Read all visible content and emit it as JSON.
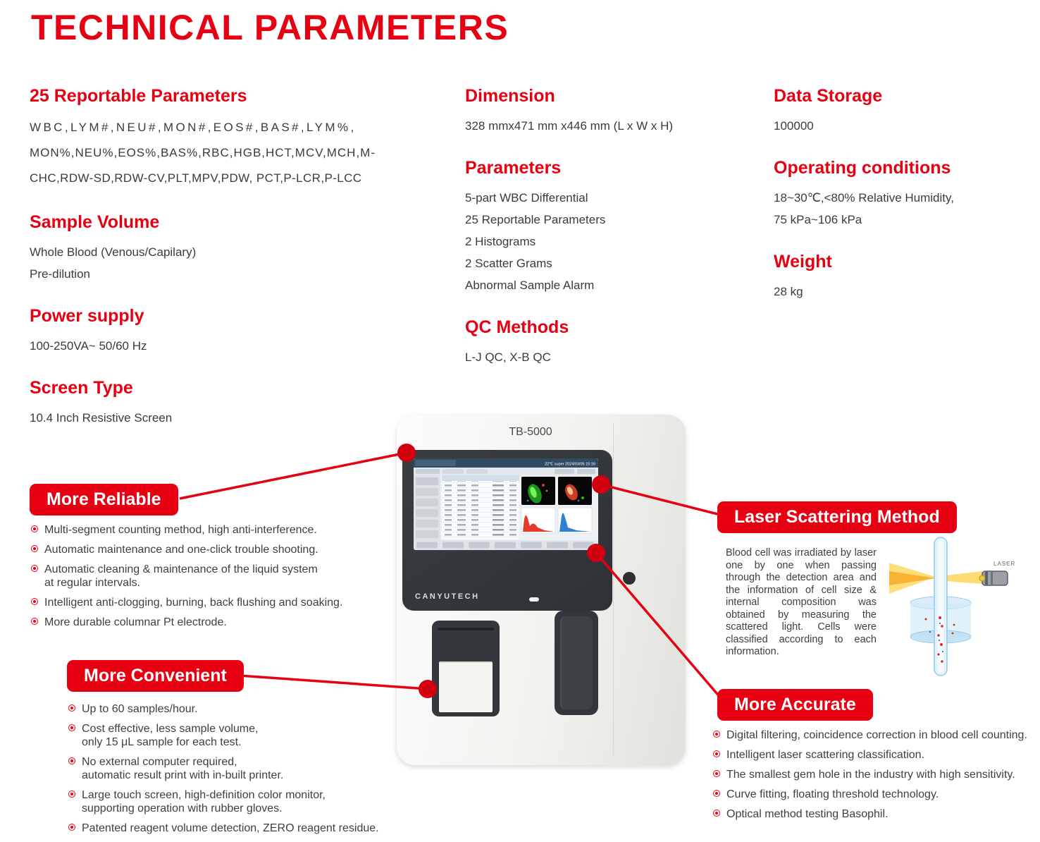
{
  "colors": {
    "accent": "#e60012",
    "text": "#3c3c3c",
    "device_dark": "#34373c"
  },
  "title": "TECHNICAL PARAMETERS",
  "specs": {
    "col1": [
      {
        "heading": "25 Reportable Parameters",
        "lines": [
          "WBC,LYM#,NEU#,MON#,EOS#,BAS#,LYM%,",
          "MON%,NEU%,EOS%,BAS%,RBC,HGB,HCT,MCV,MCH,M-",
          "CHC,RDW-SD,RDW-CV,PLT,MPV,PDW, PCT,P-LCR,P-LCC"
        ]
      },
      {
        "heading": "Sample Volume",
        "lines": [
          "Whole Blood (Venous/Capilary)",
          "Pre-dilution"
        ]
      },
      {
        "heading": "Power supply",
        "lines": [
          "100-250VA~ 50/60 Hz"
        ]
      },
      {
        "heading": "Screen Type",
        "lines": [
          "10.4 Inch Resistive Screen"
        ]
      }
    ],
    "col2": [
      {
        "heading": "Dimension",
        "lines": [
          "328 mmx471 mm x446 mm (L x W x H)"
        ]
      },
      {
        "heading": "Parameters",
        "lines": [
          "5-part WBC Differential",
          "25 Reportable Parameters",
          "2 Histograms",
          "2 Scatter Grams",
          "Abnormal Sample Alarm"
        ]
      },
      {
        "heading": "QC Methods",
        "lines": [
          "L-J QC, X-B QC"
        ]
      }
    ],
    "col3": [
      {
        "heading": "Data Storage",
        "lines": [
          "100000"
        ]
      },
      {
        "heading": "Operating conditions",
        "lines": [
          "18~30℃,<80% Relative Humidity,",
          "75 kPa~106 kPa"
        ]
      },
      {
        "heading": "Weight",
        "lines": [
          "28 kg"
        ]
      }
    ]
  },
  "device": {
    "model": "TB-5000",
    "brand": "CANYUTECH",
    "screen_status": "22℃ super 2024/03/05 15:16"
  },
  "callouts": {
    "more_reliable": {
      "label": "More Reliable",
      "items": [
        "Multi-segment counting method, high anti-interference.",
        "Automatic maintenance and one-click trouble shooting.",
        "Automatic cleaning & maintenance of the liquid system\nat regular intervals.",
        "Intelligent anti-clogging, burning, back flushing and soaking.",
        "More durable columnar Pt electrode."
      ]
    },
    "more_convenient": {
      "label": "More Convenient",
      "items": [
        "Up to 60 samples/hour.",
        "Cost effective, less sample volume,\nonly 15 μL sample for each test.",
        "No external computer required,\nautomatic result print with in-built printer.",
        "Large touch screen, high-definition color monitor,\nsupporting operation with rubber gloves.",
        "Patented reagent volume detection, ZERO reagent residue."
      ]
    },
    "laser_scattering": {
      "label": "Laser Scattering Method",
      "paragraph": "Blood cell was irradiated by laser one by one when passing through the detection area and the information of cell size & internal composition was obtained by measuring the scattered light. Cells were classified according to each information."
    },
    "more_accurate": {
      "label": "More Accurate",
      "items": [
        "Digital filtering, coincidence correction in blood cell counting.",
        "Intelligent laser scattering classification.",
        "The smallest gem hole in the industry with high sensitivity.",
        "Curve fitting, floating threshold technology.",
        "Optical method testing Basophil."
      ]
    }
  },
  "diagram": {
    "laser_label": "LASER"
  }
}
